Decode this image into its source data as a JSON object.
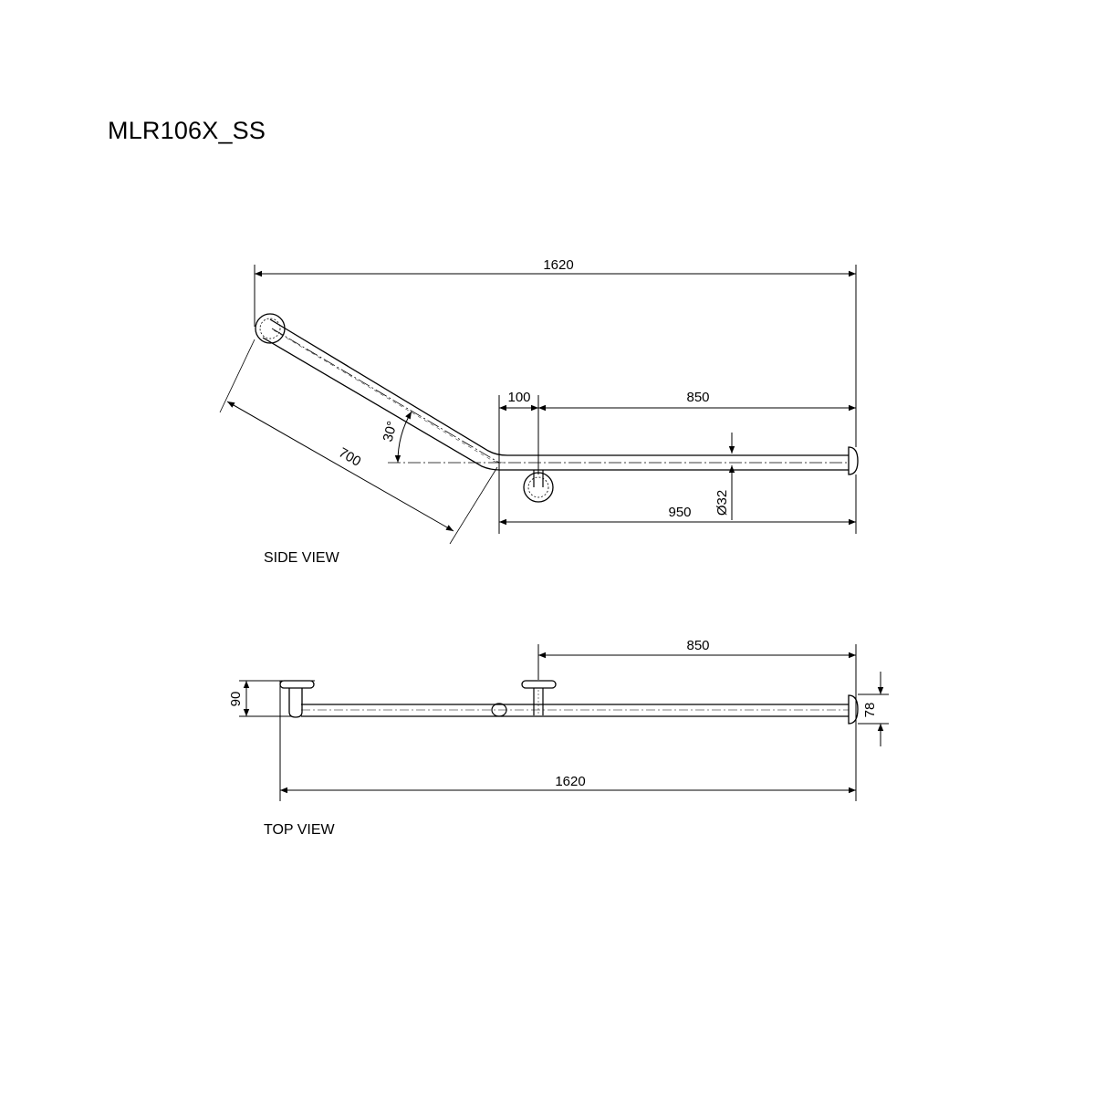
{
  "title": "MLR106X_SS",
  "side_view": {
    "label": "SIDE VIEW",
    "dims": {
      "overall_length": "1620",
      "flange_offset": "100",
      "straight_section": "850",
      "to_bend": "950",
      "angled_length": "700",
      "angle": "30°",
      "tube_diameter": "Ø32"
    }
  },
  "top_view": {
    "label": "TOP VIEW",
    "dims": {
      "support_to_end": "850",
      "projection": "90",
      "end_flange": "78",
      "overall_length": "1620"
    }
  }
}
